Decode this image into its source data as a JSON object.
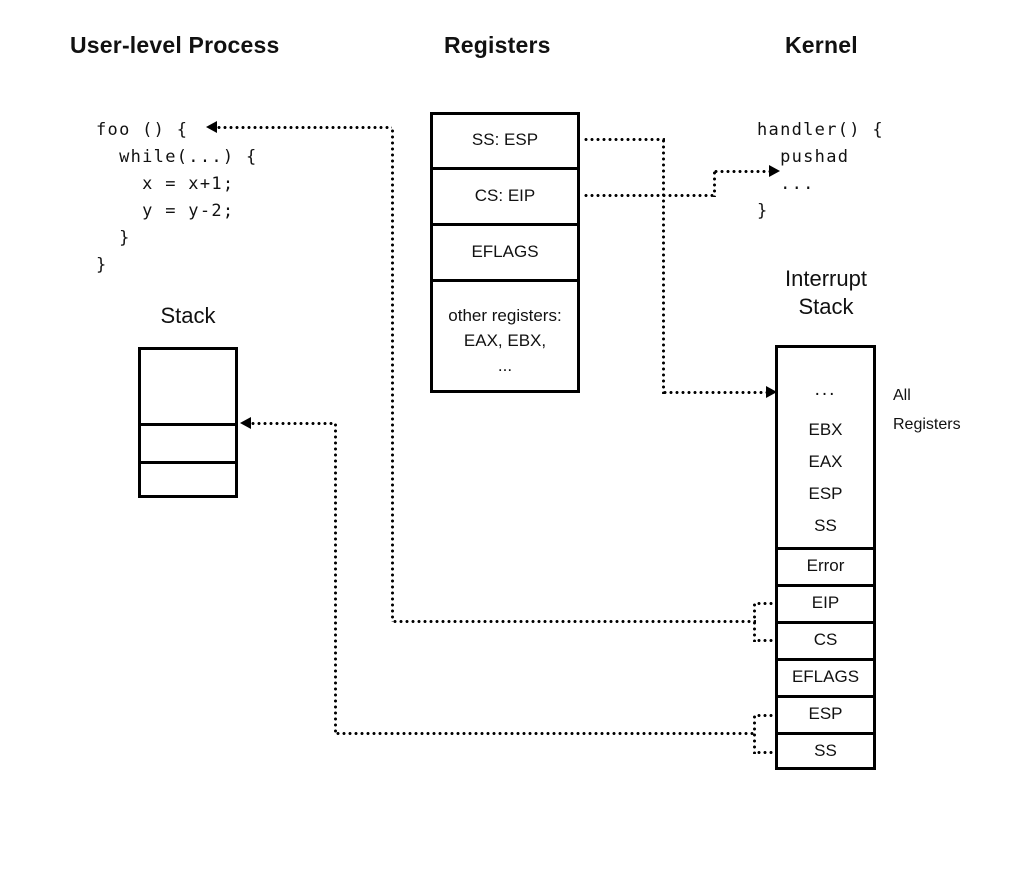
{
  "figure": {
    "columns": [
      {
        "title": "User-level Process"
      },
      {
        "title": "Registers"
      },
      {
        "title": "Kernel"
      }
    ],
    "user_code": "foo () {\n  while(...) {\n    x = x+1;\n    y = y-2;\n  }\n}",
    "kernel_code": "handler() {\n  pushad\n  ...\n}",
    "user_stack": {
      "title": "Stack",
      "cells": [
        "",
        "",
        ""
      ]
    },
    "registers_box": {
      "cells": [
        "SS: ESP",
        "CS: EIP",
        "EFLAGS",
        "other registers:\nEAX, EBX,\n..."
      ]
    },
    "interrupt_stack": {
      "title": "Interrupt\nStack",
      "title_line1": "Interrupt",
      "title_line2": "Stack",
      "saved_registers_cell": [
        "...",
        "EBX",
        "EAX",
        "ESP",
        "SS"
      ],
      "cells": [
        "Error",
        "EIP",
        "CS",
        "EFLAGS",
        "ESP",
        "SS"
      ],
      "side_label_line1": "All",
      "side_label_line2": "Registers"
    },
    "colors": {
      "stroke": "#000000",
      "text": "#111111",
      "background": "#ffffff"
    }
  }
}
